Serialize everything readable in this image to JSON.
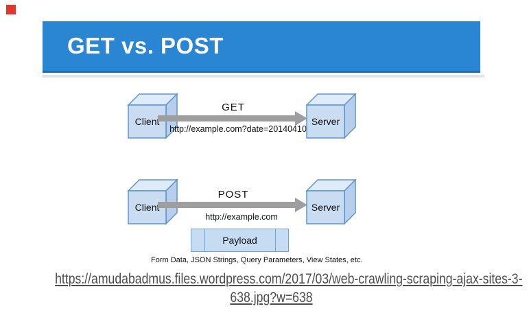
{
  "slide": {
    "title": "GET vs. POST",
    "title_bar_color": "#2a86d2",
    "title_bar_edge_color": "#1e6cae",
    "corner_marker_color": "#e0362c"
  },
  "diagrams": [
    {
      "method": "GET",
      "request_url": "http://example.com?date=20140410",
      "client_label": "Client",
      "server_label": "Server"
    },
    {
      "method": "POST",
      "request_url": "http://example.com",
      "client_label": "Client",
      "server_label": "Server",
      "payload": {
        "label": "Payload",
        "caption": "Form Data, JSON Strings, Query Parameters, View States, etc."
      }
    }
  ],
  "source_link": {
    "line1": "https://amudabadmus.files.wordpress.com/2017/03/web-crawling-scraping-ajax-sites-3-",
    "line2": "638.jpg?w=638"
  },
  "colors": {
    "cube_front": "#cadcf2",
    "cube_top": "#ddebfa",
    "cube_side": "#b7cfec",
    "cube_border": "#5e94cb",
    "arrow": "#9e9e9e",
    "payload_fill": "#c5dcf3",
    "payload_border": "#6fa3d8",
    "link_text": "#4d4d4d",
    "bar_shadow": "#ccd9e3"
  }
}
